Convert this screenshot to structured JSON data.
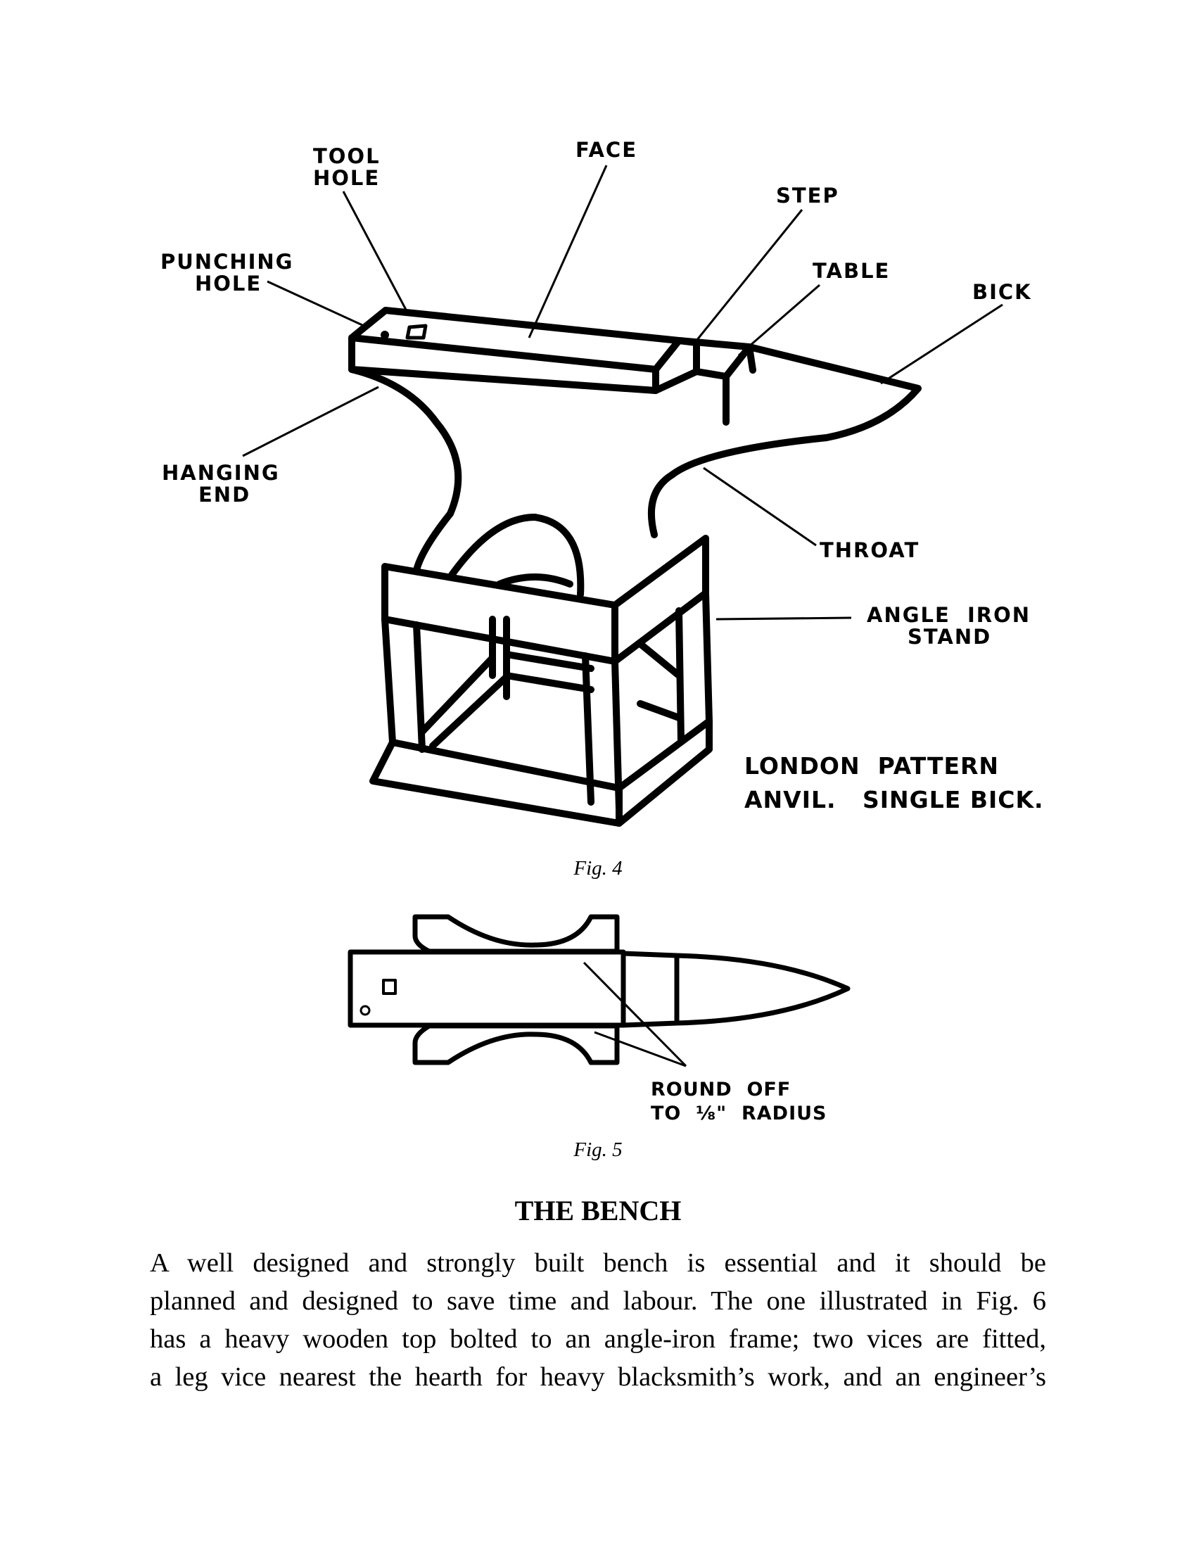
{
  "figure4": {
    "labels": {
      "tool_hole_1": "TOOL",
      "tool_hole_2": "HOLE",
      "face": "FACE",
      "step": "STEP",
      "punching_hole_1": "PUNCHING",
      "punching_hole_2": "HOLE",
      "table": "TABLE",
      "bick": "BICK",
      "hanging_end_1": "HANGING",
      "hanging_end_2": "END",
      "throat": "THROAT",
      "angle_iron_stand_1": "ANGLE  IRON",
      "angle_iron_stand_2": "STAND",
      "title_1": "LONDON  PATTERN",
      "title_2": "ANVIL.   SINGLE BICK."
    },
    "caption": "Fig. 4"
  },
  "figure5": {
    "labels": {
      "note_1": "ROUND  OFF",
      "note_2": "TO  ⅛\"  RADIUS"
    },
    "caption": "Fig. 5"
  },
  "section": {
    "heading": "THE BENCH",
    "lines": [
      "A well designed and strongly built bench is essential and it should be",
      "planned and designed to save time and labour. The one illustrated in Fig. 6",
      "has a heavy wooden top bolted to an angle-iron frame; two vices are fitted,",
      "a leg vice nearest the hearth for heavy blacksmith’s work, and an engineer’s"
    ]
  }
}
